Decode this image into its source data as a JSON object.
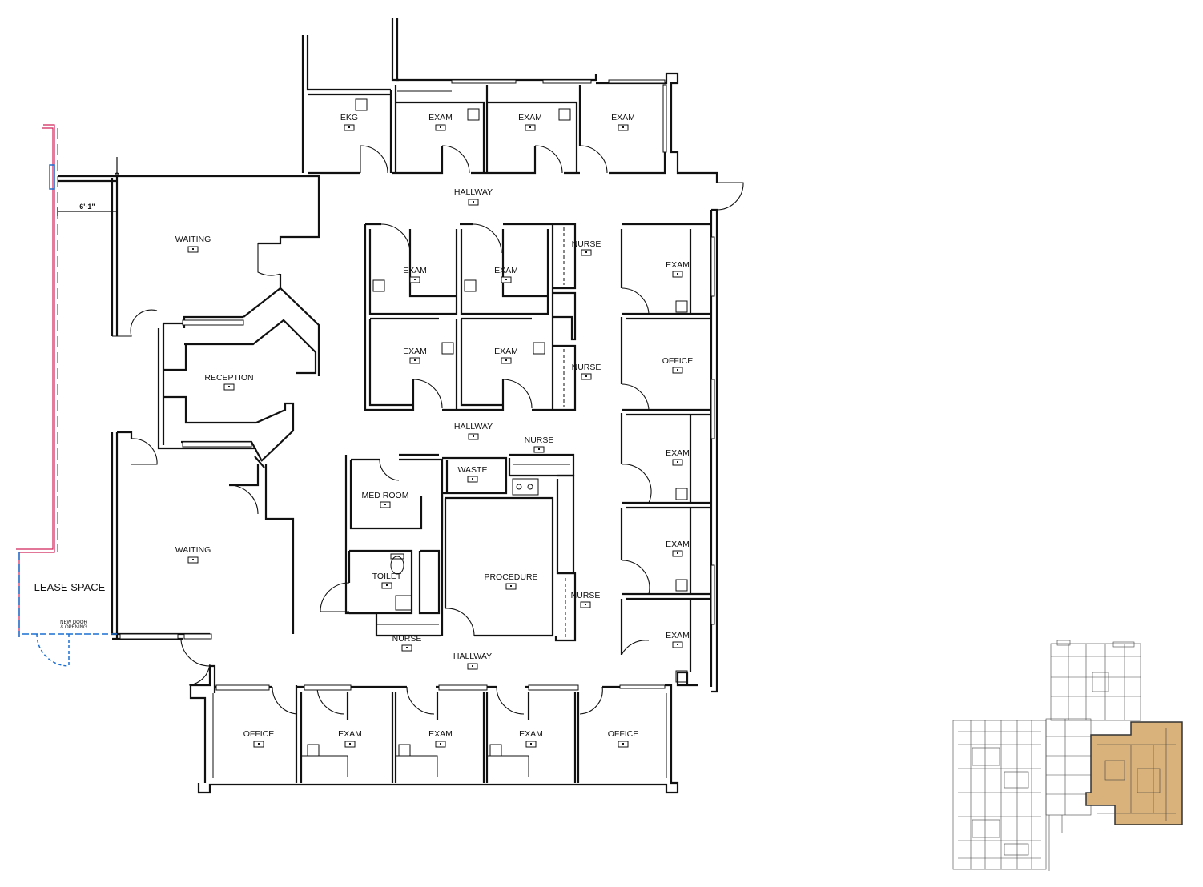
{
  "rooms": {
    "ekg": "EKG",
    "exam_top_1": "EXAM",
    "exam_top_2": "EXAM",
    "exam_top_3": "EXAM",
    "hallway_top": "HALLWAY",
    "waiting_top": "WAITING",
    "exam_c1": "EXAM",
    "exam_c2": "EXAM",
    "exam_c3": "EXAM",
    "exam_c4": "EXAM",
    "nurse_c1": "NURSE",
    "nurse_c2": "NURSE",
    "reception": "RECEPTION",
    "exam_r1": "EXAM",
    "office_r": "OFFICE",
    "exam_r2": "EXAM",
    "exam_r3": "EXAM",
    "exam_r4": "EXAM",
    "hallway_mid": "HALLWAY",
    "nurse_mid": "NURSE",
    "waste": "WASTE",
    "med_room": "MED ROOM",
    "waiting_bottom": "WAITING",
    "toilet": "TOILET",
    "procedure": "PROCEDURE",
    "nurse_proc": "NURSE",
    "nurse_bottom": "NURSE",
    "hallway_bottom": "HALLWAY",
    "office_b1": "OFFICE",
    "exam_b1": "EXAM",
    "exam_b2": "EXAM",
    "exam_b3": "EXAM",
    "office_b2": "OFFICE",
    "lease_space": "LEASE SPACE"
  },
  "annotations": {
    "dimension": "6'-1\"",
    "new_door_line1": "NEW DOOR",
    "new_door_line2": "& OPENING"
  },
  "colors": {
    "walls": "#111111",
    "new_construction": "#1a6fd1",
    "lease_boundary": "#d0245b",
    "key_plan_highlight": "#d8b27a"
  }
}
